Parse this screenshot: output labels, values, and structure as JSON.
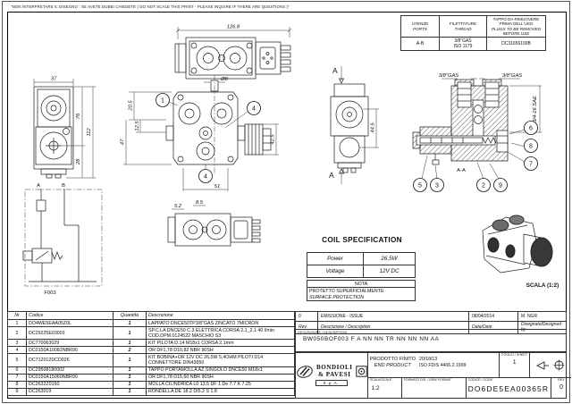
{
  "note": "\"NON INTERPRETARE IL DISEGNO : SE AVETE DUBBI CHIEDETE ( DO NOT SCALE THIS PRINT - PLEASE INQUIRE IF THERE ARE QUESTIONS )\"",
  "ports_table": {
    "col1_it": "UTENZE",
    "col1_en": "PORTS",
    "col2_it": "FILETTATURE",
    "col2_en": "THREAD",
    "col3_it": "TAPPO DA RIMUOVERE PRIMA DELL'USO",
    "col3_en": "PLUGS TO BE REMOVED BEFORE USE",
    "row": {
      "ports": "A-B",
      "thread_line1": "3/8\"GAS",
      "thread_line2": "ISO 1179",
      "plug": "DC31656100B"
    }
  },
  "coil_spec": {
    "title": "COIL SPECIFICATION",
    "power_label": "Power",
    "power_value": "26,5W",
    "voltage_label": "Voltage",
    "voltage_value": "12V DC"
  },
  "nota": {
    "title": "NOTA",
    "line_it": "PROTETTO SUPERFICIALMENTE",
    "line_en": "SURFACE PROTECTION"
  },
  "bom": {
    "headers": {
      "nr": "Nr",
      "code": "Codice",
      "qty": "Quantità",
      "desc": "Descrizione"
    },
    "rows": [
      {
        "nr": "1",
        "code": "DO4WE5EAA05Z0L",
        "qty": "1",
        "desc": "LAPPATO DNCE50TP3/8\"GAS ZINCATO 7MICRON"
      },
      {
        "nr": "2",
        "code": "DC29225E03001",
        "qty": "1",
        "desc": "SP.C.LA DNCE50 C.3 ELETTRICA CORSA 2.1_2.1 40 l/min COD.DPM.0124522 MASCHIO S3"
      },
      {
        "nr": "3",
        "code": "DC770063029",
        "qty": "1",
        "desc": "KIT PILOTA D.14 M18x1 CORSA 2.1mm"
      },
      {
        "nr": "4",
        "code": "DC0150A10082NBR90",
        "qty": "2",
        "desc": "OR DF1,78 D10,82 NBR 90SH"
      },
      {
        "nr": "5",
        "code": "DC712012DCD026",
        "qty": "1",
        "desc": "KIT BOBINA+OR 12V DC 26,5W 5,4OHM PILOTI D14 CONNETTORE DIN43650"
      },
      {
        "nr": "6",
        "code": "DC29508180002",
        "qty": "1",
        "desc": "TAPPO PORTAMOLLA AZ.SINGOLO DNCE50 M18x1"
      },
      {
        "nr": "7",
        "code": "DC0150A15060NBR90",
        "qty": "1",
        "desc": "OR DF1,78 D15,60 NBR 90SH"
      },
      {
        "nr": "8",
        "code": "DC2632Z0150",
        "qty": "1",
        "desc": "MOLLA CILINDRICA L0 13.5 DF 1 De 7.7 K 7.25"
      },
      {
        "nr": "9",
        "code": "DC263019",
        "qty": "1",
        "desc": "RONDELLA DE 18.2 DI5.2 S 1.8"
      }
    ]
  },
  "revision": {
    "row0": {
      "rev": "0",
      "desc": "EMISSIONE - ISSUE",
      "date": "08/04/2014",
      "by": "M. NGR"
    },
    "headers": {
      "rev": "Rev.",
      "desc": "Descrizione / Description",
      "date": "Data/Date",
      "by": "Disegnato/Designed by"
    },
    "description_label_it": "DESCRIZIONE",
    "description_label_en": "DESCRIPTION",
    "description_value": "BW050BOF003 F A NN NN TR NN NN NN AA"
  },
  "title_block": {
    "logo_line1": "BONDIOLI",
    "logo_line2": "& PAVESI",
    "logo_sub": "S.p.A.",
    "product_label_it": "PRODOTTO FINITO",
    "product_label_en": "END PRODUCT",
    "product_value1": "20/18/13",
    "product_value2": "ISO FDIS 4406.2 1999",
    "sheet_label_it": "FOGLIO",
    "sheet_label_en": "SHEET",
    "sheet_value": "1",
    "scale_label_it": "SCALA",
    "scale_label_en": "SCALE",
    "scale_value": "1:2",
    "format_label_it": "FORMATO DIS.",
    "format_label_en": "DRW FORMAT",
    "code_label_it": "CODICE",
    "code_label_en": "CODE",
    "code_value": "DO6DE5EA00365R",
    "rev_label": "REV.",
    "rev_value": "0"
  },
  "drawing": {
    "dims": {
      "overall": "126.8",
      "dia8": "Ø8",
      "w37": "37",
      "h76": "76",
      "h112": "112",
      "h28": "28",
      "d205": "20.5",
      "d125": "12.5",
      "d47": "47",
      "d425": "42.5",
      "w51": "51",
      "w52": "5.2",
      "w85": "8.5",
      "h445": "44.5",
      "gas_a": "3/8\"GAS",
      "gas_b": "3/8\"GAS",
      "sae": "3/4-16 SAE"
    },
    "labels": {
      "port_a": "A",
      "port_b": "B",
      "schematic": "F003",
      "section": "A-A",
      "sec_arrow_top": "A",
      "sec_arrow_bottom": "A",
      "scale_3d": "SCALA (1:2)"
    },
    "balloons": {
      "b1": "1",
      "b2": "2",
      "b3": "3",
      "b4a": "4",
      "b4b": "4",
      "b5": "5",
      "b6": "6",
      "b7": "7",
      "b8": "8",
      "b9": "9"
    }
  }
}
